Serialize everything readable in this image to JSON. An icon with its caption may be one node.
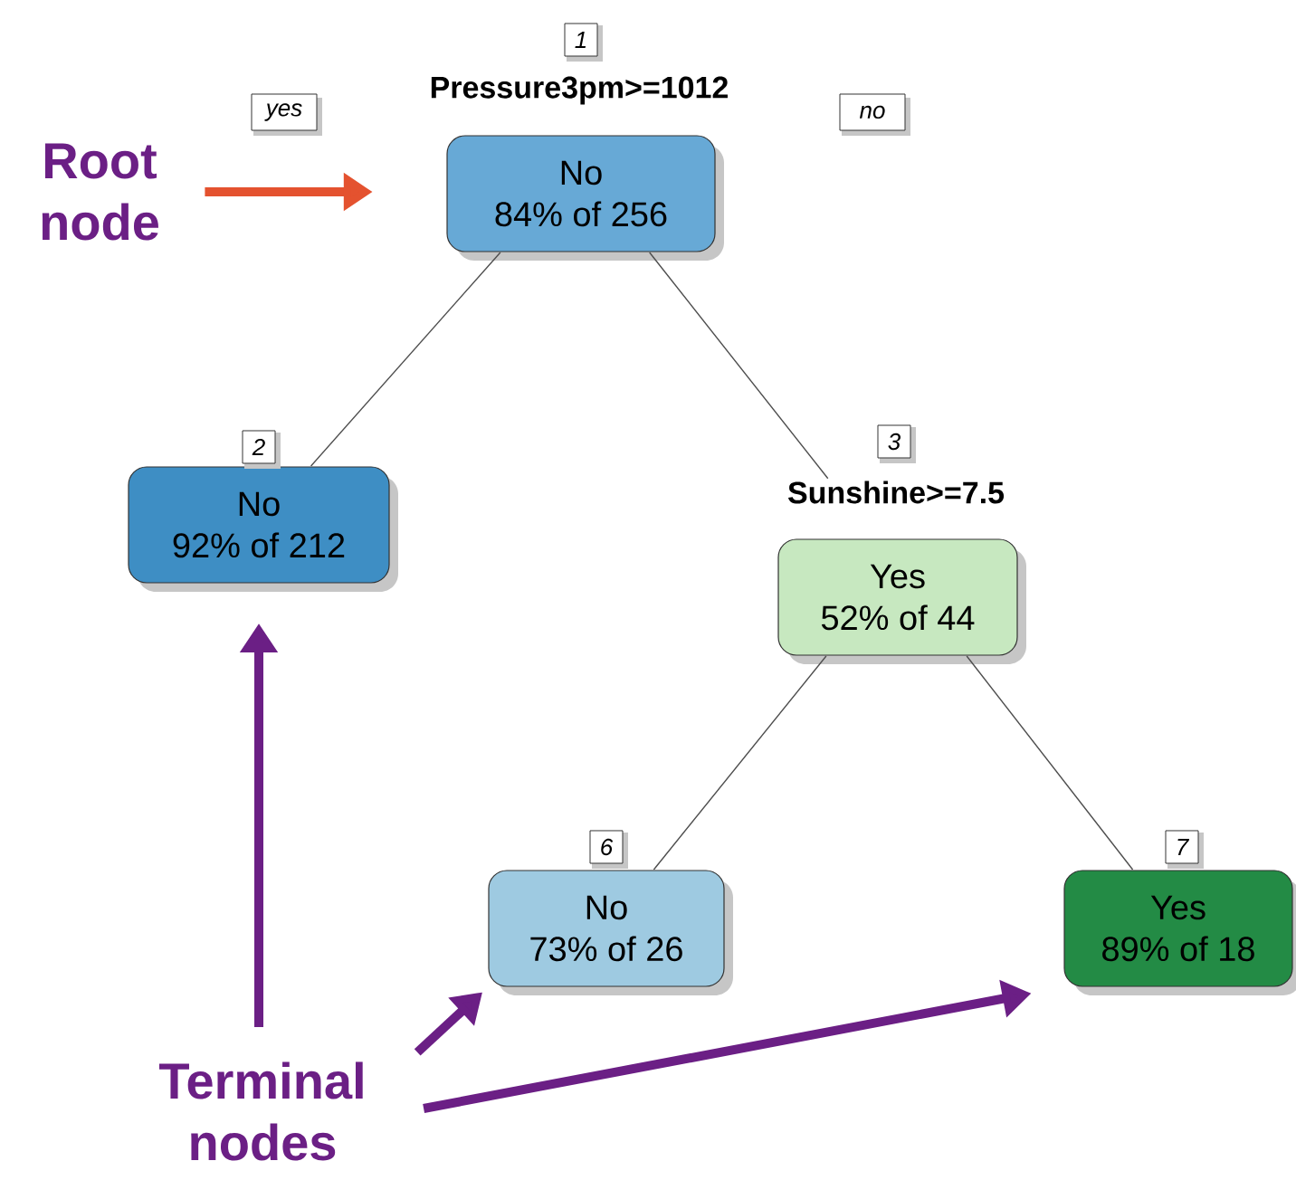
{
  "diagram": {
    "nodes": [
      {
        "text": [
          "Pressure3pm>=1012",
          "No",
          "84% of 256"
        ],
        "beside": [
          "1"
        ]
      },
      {
        "text": [
          "No",
          "92% of 212"
        ],
        "beside": [
          "2"
        ]
      },
      {
        "text": [
          "Sunshine>=7.5",
          "Yes",
          "52% of 44"
        ],
        "beside": [
          "3"
        ]
      },
      {
        "text": [
          "No",
          "73% of 26"
        ],
        "beside": [
          "6"
        ]
      },
      {
        "text": [
          "Yes",
          "89% of 18"
        ],
        "beside": [
          "7"
        ]
      },
      {
        "text": [
          "Root node"
        ]
      },
      {
        "text": [
          "Terminal nodes"
        ]
      }
    ],
    "edges": [
      {
        "from": 0,
        "to": 1,
        "arrow": "none"
      },
      {
        "from": 0,
        "to": 2,
        "arrow": "none"
      },
      {
        "from": 2,
        "to": 3,
        "arrow": "none"
      },
      {
        "from": 2,
        "to": 4,
        "arrow": "none"
      },
      {
        "from": 5,
        "to": 0,
        "arrow": "to",
        "style": "thick",
        "color": "#e4522f"
      },
      {
        "from": 6,
        "to": 1,
        "arrow": "to",
        "style": "thick",
        "color": "#6b1f85"
      },
      {
        "from": 6,
        "to": 3,
        "arrow": "to",
        "style": "thick",
        "color": "#6b1f85"
      },
      {
        "from": 6,
        "to": 4,
        "arrow": "to",
        "style": "thick",
        "color": "#6b1f85"
      }
    ],
    "labels": [
      "yes",
      "no"
    ]
  }
}
